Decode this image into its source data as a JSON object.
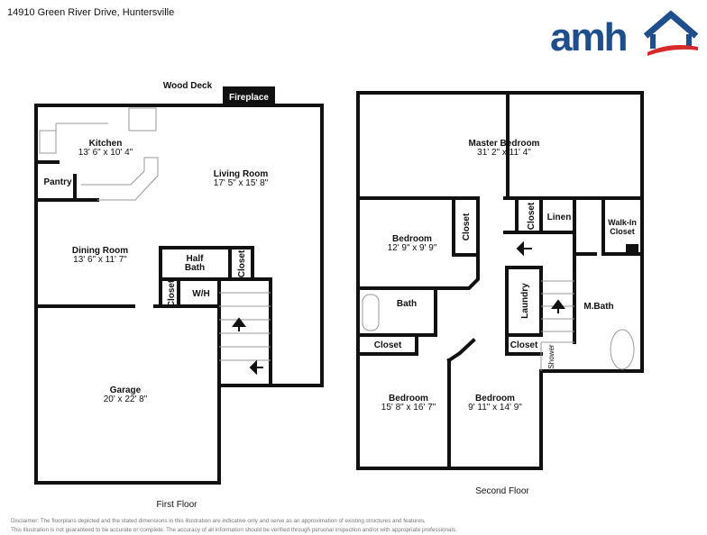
{
  "header": {
    "address": "14910 Green River Drive, Huntersville"
  },
  "logo": {
    "text": "amh",
    "colors": {
      "blue": "#1f4e8c",
      "red": "#d52b2b"
    }
  },
  "first_floor": {
    "caption": "First Floor",
    "wood_deck": "Wood Deck",
    "fireplace": "Fireplace",
    "kitchen": {
      "name": "Kitchen",
      "dims": "13' 6\" x 10' 4\""
    },
    "living": {
      "name": "Living Room",
      "dims": "17' 5\" x 15' 8\""
    },
    "pantry": "Pantry",
    "dining": {
      "name": "Dining Room",
      "dims": "13' 6\" x 11' 7\""
    },
    "half_bath_1": "Half",
    "half_bath_2": "Bath",
    "closet_a": "Closet",
    "closet_b": "Closet",
    "wh": "W/H",
    "garage": {
      "name": "Garage",
      "dims": "20' x 22' 8\""
    }
  },
  "second_floor": {
    "caption": "Second Floor",
    "master": {
      "name": "Master Bedroom",
      "dims": "31' 2\" x 11' 4\""
    },
    "bedroom1": {
      "name": "Bedroom",
      "dims": "12' 9\" x 9' 9\""
    },
    "closet1": "Closet",
    "closet2": "Closet",
    "linen": "Linen",
    "walkin_1": "Walk-In",
    "walkin_2": "Closet",
    "bath": "Bath",
    "laundry": "Laundry",
    "mbath": "M.Bath",
    "closet3": "Closet",
    "closet4": "Closet",
    "shower": "Shower",
    "bedroom2": {
      "name": "Bedroom",
      "dims": "15' 8\" x 16' 7\""
    },
    "bedroom3": {
      "name": "Bedroom",
      "dims": "9' 11\" x 14' 9\""
    }
  },
  "disclaimer": {
    "line1": "Disclaimer: The floorplans depicted and the stated dimensions in this illustration are indicative only and serve as an approximation of existing structures and features.",
    "line2": "This illustration is not guaranteed to be accurate or complete. The accuracy of all information should be verified through personal inspection and/or with appropriate professionals."
  }
}
